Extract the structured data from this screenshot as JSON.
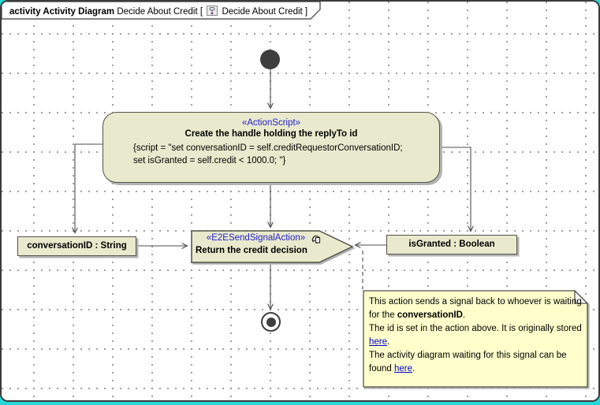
{
  "header": {
    "kind": "activity Activity Diagram",
    "title": "Decide About Credit [",
    "reference": "Decide About Credit ]"
  },
  "nodes": {
    "action": {
      "stereotype": "«ActionScript»",
      "name": "Create the handle holding the replyTo id",
      "script_line1": "{script = \"set conversationID = self.creditRequestorConversationID;",
      "script_line2": "set isGranted = self.credit < 1000.0; \"}"
    },
    "object_left": {
      "label": "conversationID : String"
    },
    "object_right": {
      "label": "isGranted : Boolean"
    },
    "send_signal": {
      "stereotype": "«E2ESendSignalAction»",
      "name": "Return the credit decision"
    }
  },
  "note": {
    "p1": [
      "This action sends a signal back to whoever is waiting for the ",
      "conversationID",
      "."
    ],
    "p2": [
      "The id is set in the action above. It is originally stored ",
      "here",
      "."
    ],
    "p3": [
      "The activity diagram waiting for this signal can be found ",
      "here",
      "."
    ]
  },
  "colors": {
    "node_fill": "#e9e9cd",
    "note_fill": "#ffffcc",
    "stereotype_text": "#2323cd",
    "link_text": "#0000cc",
    "frame_accent": "#27d7d7"
  }
}
